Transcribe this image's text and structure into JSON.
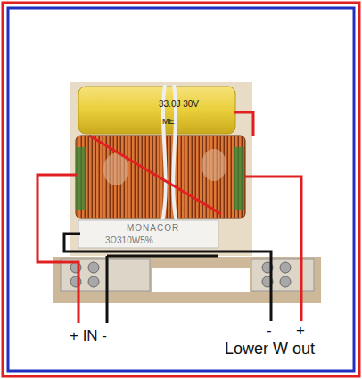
{
  "diagram": {
    "labels": [
      "33.0J 30V",
      "ME",
      "MONACOR",
      "3Ω310W5%",
      "+ IN -",
      "-",
      "+",
      "Lower W out"
    ]
  }
}
